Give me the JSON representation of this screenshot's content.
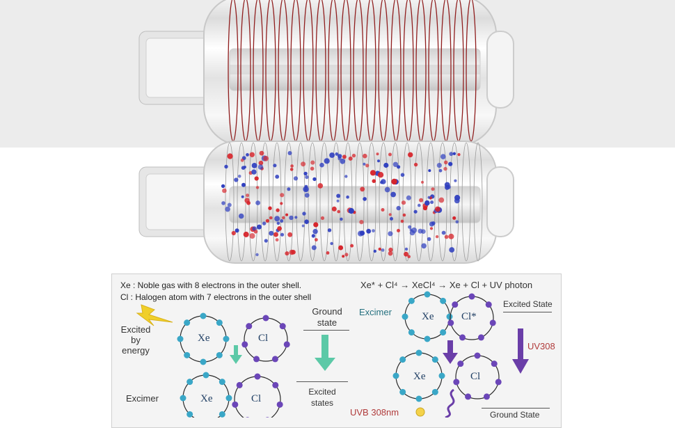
{
  "colors": {
    "top_band": "#ececec",
    "coil": "#8f1d1d",
    "xe_dot": "#3aa7c7",
    "cl_dot": "#6b46b8",
    "red_particle": "#d6232a",
    "blue_particle": "#2f3fbf",
    "green_arrow": "#5cc9a7",
    "purple_arrow": "#6a3ea8",
    "lightning": "#f0cf2a"
  },
  "lamp_top": {
    "coil_turns": 20
  },
  "lamp_bottom": {
    "particle_count": 220
  },
  "diagram": {
    "legend_xe": "Xe : Noble gas with 8 electrons in the outer shell.",
    "legend_cl": "Cl : Halogen atom with 7 electrons in the outer shell",
    "excited_by_energy": "Excited\nby\nenergy",
    "ground_state": "Ground\nstate",
    "excited_states": "Excited\nstates",
    "excimer_left": "Excimer",
    "xe_label": "Xe",
    "cl_label": "Cl",
    "reaction": "Xe* + Cl⁴ → XeCl⁴ → Xe + Cl + UV photon",
    "excimer_right": "Excimer",
    "excited_state": "Excited State",
    "cl_star": "Cl*",
    "uv308": "UV308",
    "uvb_308nm": "UVB 308nm",
    "ground_state_right": "Ground State",
    "icons": {
      "lightning": "lightning-icon",
      "bulb": "bulb-icon"
    }
  }
}
